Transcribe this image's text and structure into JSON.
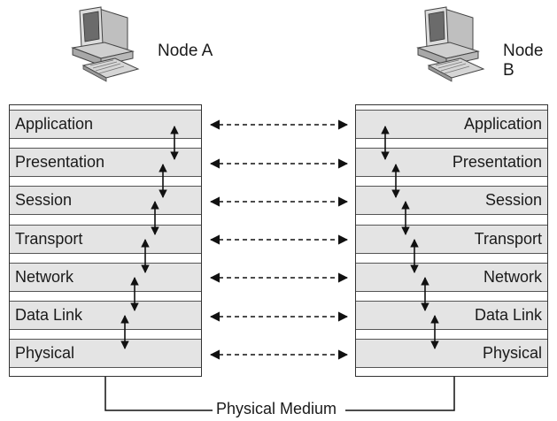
{
  "node_a": {
    "label": "Node A",
    "icon": "desktop-computer-icon"
  },
  "node_b": {
    "label": "Node B",
    "icon": "desktop-computer-icon"
  },
  "layers": [
    "Application",
    "Presentation",
    "Session",
    "Transport",
    "Network",
    "Data Link",
    "Physical"
  ],
  "medium_label": "Physical Medium",
  "colors": {
    "layer_fill": "#e4e4e4",
    "border": "#333333",
    "text": "#1a1a1a"
  }
}
